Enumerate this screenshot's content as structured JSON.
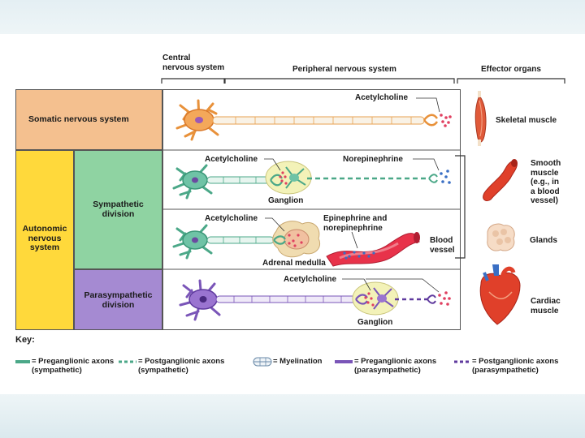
{
  "header": {
    "cns": "Central\nnervous system",
    "pns": "Peripheral nervous system",
    "effectors": "Effector organs"
  },
  "rows": {
    "somatic": "Somatic nervous system",
    "autonomic": "Autonomic\nnervous\nsystem",
    "sympathetic": "Sympathetic\ndivision",
    "parasympathetic": "Parasympathetic\ndivision"
  },
  "labels": {
    "ach_somatic": "Acetylcholine",
    "ach_symp": "Acetylcholine",
    "norepinephrine": "Norepinephrine",
    "ganglion_symp": "Ganglion",
    "ach_adrenal": "Acetylcholine",
    "epinephrine": "Epinephrine and\nnorepinephrine",
    "blood_vessel": "Blood\nvessel",
    "adrenal_medulla": "Adrenal medulla",
    "ach_para": "Acetylcholine",
    "ganglion_para": "Ganglion"
  },
  "effectors": {
    "skeletal": "Skeletal muscle",
    "smooth": "Smooth\nmuscle\n(e.g., in\na blood\nvessel)",
    "glands": "Glands",
    "cardiac": "Cardiac\nmuscle"
  },
  "key": {
    "title": "Key:",
    "items": [
      "= Preganglionic axons\n(sympathetic)",
      "= Postganglionic axons\n(sympathetic)",
      "= Myelination",
      "= Preganglionic axons\n(parasympathetic)",
      "= Postganglionic axons\n(parasympathetic)"
    ]
  },
  "colors": {
    "somatic": "#f4c08f",
    "autonomic": "#ffd93b",
    "sympathetic": "#8fd3a2",
    "parasympathetic": "#a58ad2",
    "green_neuron": "#4ba888",
    "purple_neuron": "#7a55b8",
    "orange_neuron": "#e8913a"
  }
}
